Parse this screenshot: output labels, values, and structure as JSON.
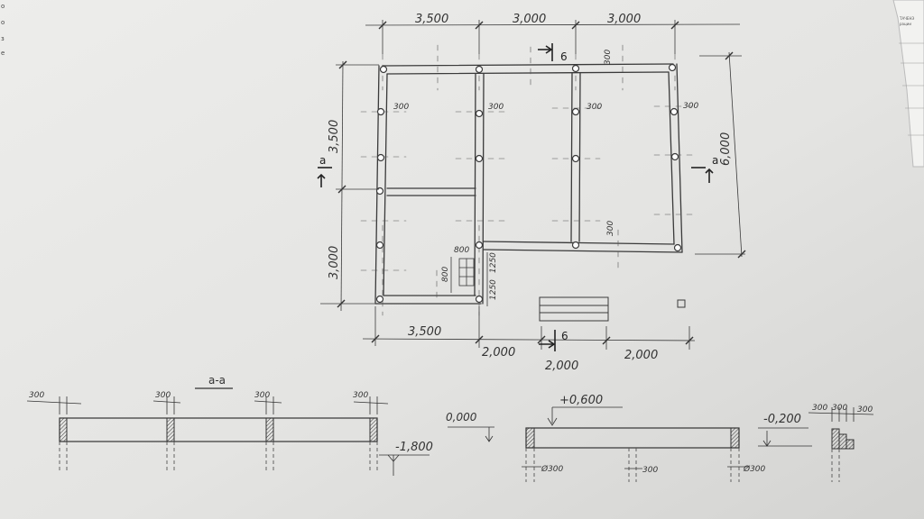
{
  "plan": {
    "top_dims": [
      "3,500",
      "3,000",
      "3,000"
    ],
    "bottom_dims": [
      "3,500",
      "2,000",
      "2,000",
      "2,000"
    ],
    "left_dims": [
      "3,500",
      "3,000"
    ],
    "right_dim": "6,000",
    "grid_300": [
      "300",
      "300",
      "300",
      "300",
      "300",
      "300"
    ],
    "col_300": "300",
    "stair_dims": [
      "800",
      "800",
      "1250",
      "1250"
    ],
    "cut_b": "6",
    "cut_a": "a"
  },
  "sections": {
    "aa_title": "a-a",
    "aa_dims": [
      "300",
      "300",
      "300",
      "300"
    ],
    "aa_level": "-1,800",
    "bb_level_top": "+0,600",
    "bb_level_zero": "0,000",
    "bb_level_low": "-0,200",
    "bb_pile_diam": [
      "Ø300",
      "Ø300"
    ],
    "bb_mid_dim": "300",
    "step_dims": [
      "300",
      "300",
      "300"
    ]
  },
  "right_sheet": {
    "header": [
      "ТАЧЕНЭ",
      "рации"
    ]
  }
}
